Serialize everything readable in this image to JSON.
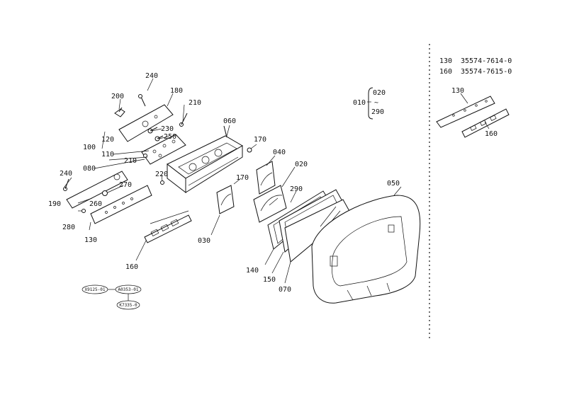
{
  "parts": {
    "p240a": "240",
    "p180": "180",
    "p200": "200",
    "p210a": "210",
    "p230": "230",
    "p250": "250",
    "p120": "120",
    "p100": "100",
    "p110": "110",
    "p060": "060",
    "p170a": "170",
    "p040": "040",
    "p210b": "210",
    "p080": "080",
    "p240b": "240",
    "p220": "220",
    "p170b": "170",
    "p020": "020",
    "p270": "270",
    "p190": "190",
    "p260": "260",
    "p280": "280",
    "p130": "130",
    "p290": "290",
    "p050": "050",
    "p030": "030",
    "p160": "160",
    "p140": "140",
    "p150": "150",
    "p070": "070",
    "set010": "010",
    "set020": "020",
    "set290": "290",
    "tilde": "~"
  },
  "sidebar": {
    "rows": [
      {
        "ref": "130",
        "part_no": "35574-7614-0"
      },
      {
        "ref": "160",
        "part_no": "35574-7615-0"
      }
    ],
    "label130": "130",
    "label160": "160"
  },
  "stamps": {
    "s1": "X9125-01",
    "s2": "A0353-01",
    "s3": "K7335-0"
  }
}
